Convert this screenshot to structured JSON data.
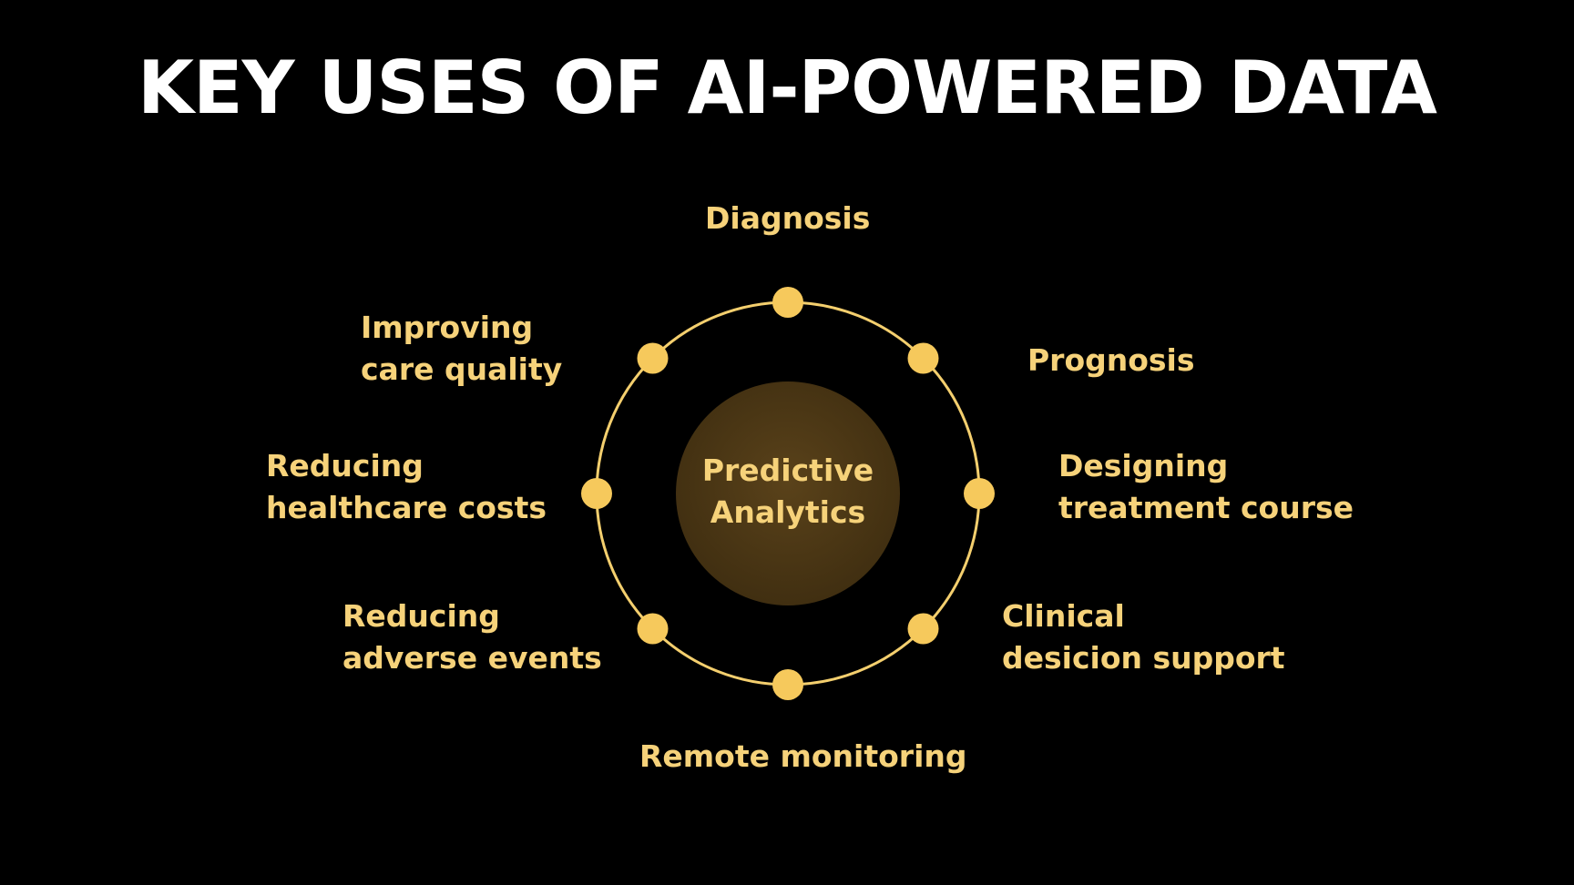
{
  "title": "KEY USES OF AI-POWERED DATA",
  "colors": {
    "background": "#000000",
    "title": "#ffffff",
    "accent": "#f6d27a",
    "ring": "#f4cf6e",
    "node": "#f6c95c",
    "center_fill": "#4a3613"
  },
  "center": {
    "line1": "Predictive",
    "line2": "Analytics"
  },
  "uses": [
    {
      "key": "diagnosis",
      "lines": [
        "Diagnosis"
      ]
    },
    {
      "key": "prognosis",
      "lines": [
        "Prognosis"
      ]
    },
    {
      "key": "designing-treatment-course",
      "lines": [
        "Designing",
        "treatment course"
      ]
    },
    {
      "key": "clinical-decision-support",
      "lines": [
        "Clinical",
        "desicion support"
      ]
    },
    {
      "key": "remote-monitoring",
      "lines": [
        "Remote monitoring"
      ]
    },
    {
      "key": "reducing-adverse-events",
      "lines": [
        "Reducing",
        "adverse events"
      ]
    },
    {
      "key": "reducing-healthcare-costs",
      "lines": [
        "Reducing",
        "healthcare costs"
      ]
    },
    {
      "key": "improving-care-quality",
      "lines": [
        "Improving",
        "care quality"
      ]
    }
  ]
}
